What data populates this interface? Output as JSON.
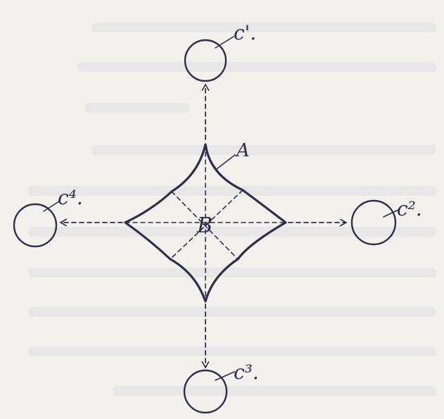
{
  "diagram": {
    "central_body_label": "A",
    "inner_center_label": "B",
    "satellites": [
      {
        "id": "c1",
        "label": "c'."
      },
      {
        "id": "c2",
        "label": "c²."
      },
      {
        "id": "c3",
        "label": "c³."
      },
      {
        "id": "c4",
        "label": "c⁴."
      }
    ]
  },
  "colors": {
    "ink": "#2e2e48",
    "paper": "#f3f1ee"
  }
}
